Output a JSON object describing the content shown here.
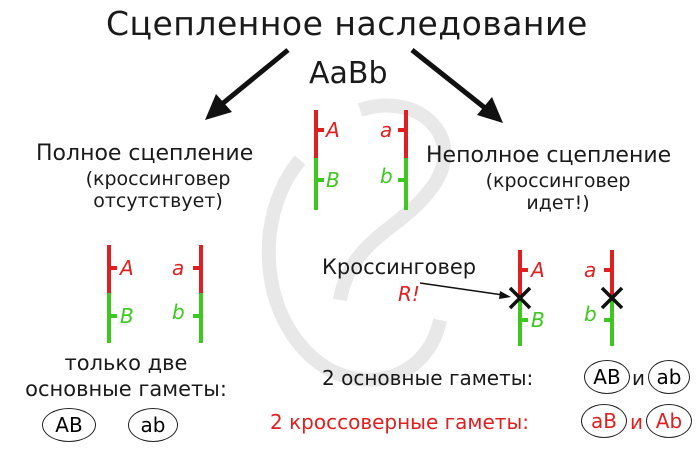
{
  "title": "Сцепленное наследование",
  "genotype": "AaBb",
  "complete": {
    "heading": "Полное сцепление",
    "note_line1": "(кроссинговер",
    "note_line2": "отсутствует)",
    "summary_line1": "только две",
    "summary_line2": "основные гаметы:",
    "gametes": [
      "AB",
      "ab"
    ]
  },
  "incomplete": {
    "heading": "Неполное сцепление",
    "note_line1": "(кроссинговер",
    "note_line2": "идет!)",
    "crossover_label": "Кроссинговер",
    "crossover_mark": "R!",
    "main_gametes_label": "2 основные гаметы:",
    "crossover_gametes_label": "2 кроссоверные гаметы:",
    "main_gametes": [
      "AB",
      "ab"
    ],
    "crossover_gametes": [
      "aB",
      "Ab"
    ],
    "conjunction": "и"
  },
  "alleles": {
    "A": "A",
    "a": "a",
    "B": "B",
    "b": "b"
  },
  "colors": {
    "dominant_segment": "#e02020",
    "recessive_segment": "#3cc81e",
    "text": "#1a1a1a",
    "highlight_text": "#e02020"
  }
}
